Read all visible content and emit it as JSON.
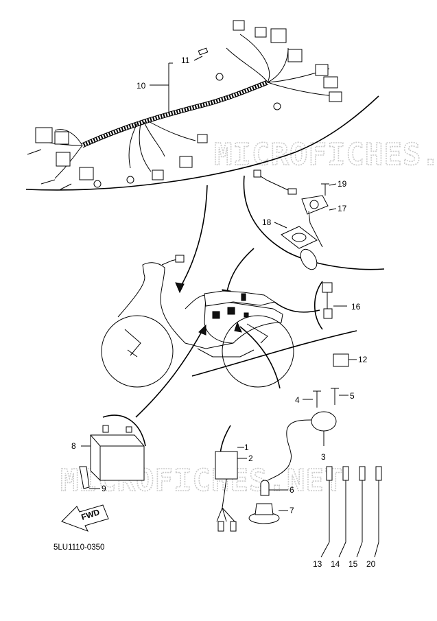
{
  "diagram": {
    "document_code": "5LU1110-0350",
    "forward_arrow_label": "FWD",
    "watermark": "MICROFICHES.NET",
    "callouts": [
      "1",
      "2",
      "3",
      "4",
      "5",
      "6",
      "7",
      "8",
      "9",
      "10",
      "11",
      "12",
      "13",
      "14",
      "15",
      "16",
      "17",
      "18",
      "19",
      "20"
    ]
  }
}
